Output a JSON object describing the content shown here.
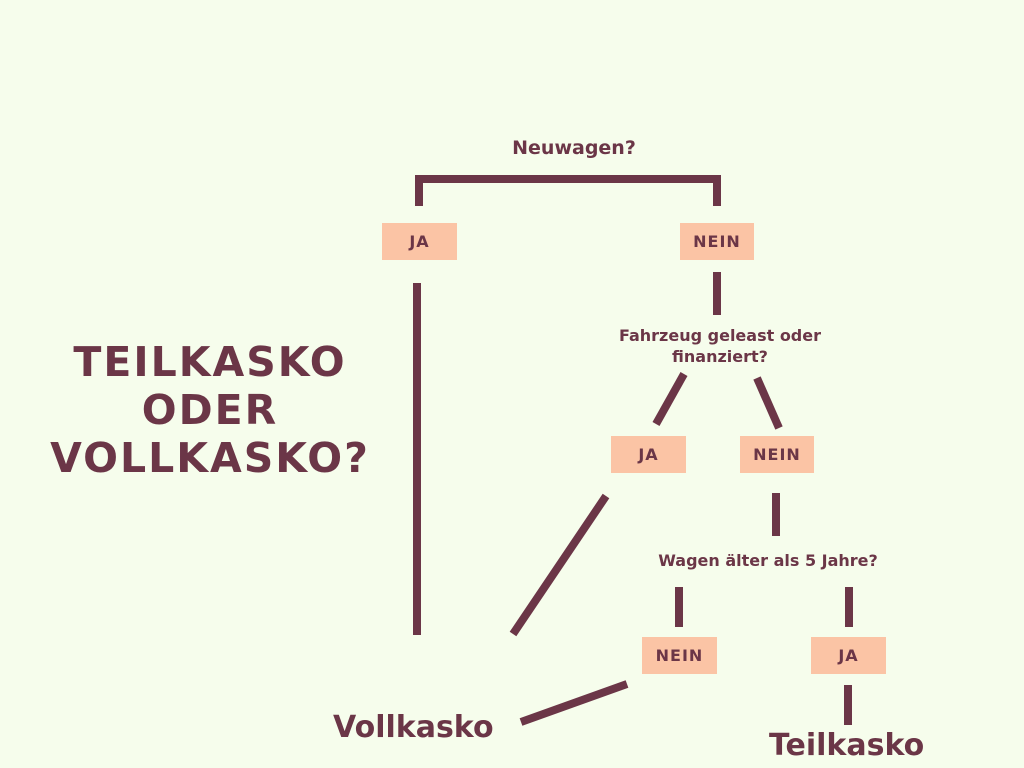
{
  "title": {
    "line1": "TEILKASKO",
    "line2": "ODER",
    "line3": "VOLLKASKO?"
  },
  "questions": {
    "neuwagen": "Neuwagen?",
    "fahrzeug_line1": "Fahrzeug geleast oder",
    "fahrzeug_line2": "finanziert?",
    "wagen_alter": "Wagen älter als 5 Jahre?"
  },
  "answers": {
    "neuwagen_ja": "JA",
    "neuwagen_nein": "NEIN",
    "fahrzeug_ja": "JA",
    "fahrzeug_nein": "NEIN",
    "alter_nein": "NEIN",
    "alter_ja": "JA"
  },
  "results": {
    "vollkasko": "Vollkasko",
    "teilkasko": "Teilkasko"
  },
  "colors": {
    "background": "#f6fdec",
    "ink": "#6b3647",
    "box": "#fbc4a5"
  }
}
